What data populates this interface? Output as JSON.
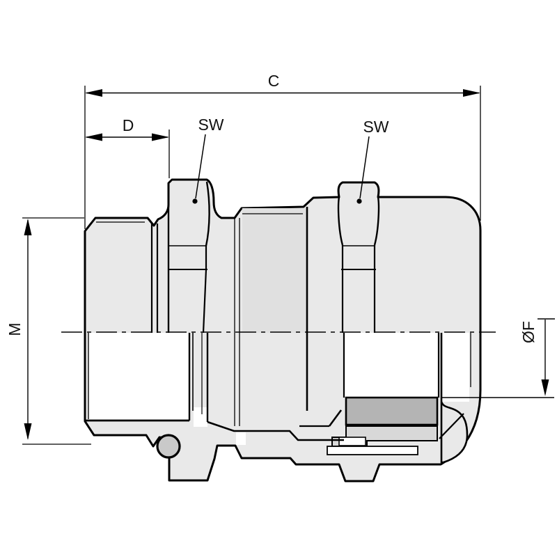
{
  "drawing": {
    "title": "cable-gland-cross-section-technical-drawing",
    "labels": {
      "dim_c": "C",
      "dim_d": "D",
      "sw_front": "SW",
      "sw_rear": "SW",
      "dim_m": "M",
      "dim_f": "ØF"
    },
    "colors": {
      "outline": "#000000",
      "body_fill": "#e9e9e9",
      "mid_fill": "#e0e0e0",
      "lamella_fill": "#d8d8d8",
      "seal_fill": "#b4b4b4",
      "oring_fill": "#c9c9c9",
      "background": "#ffffff"
    }
  }
}
